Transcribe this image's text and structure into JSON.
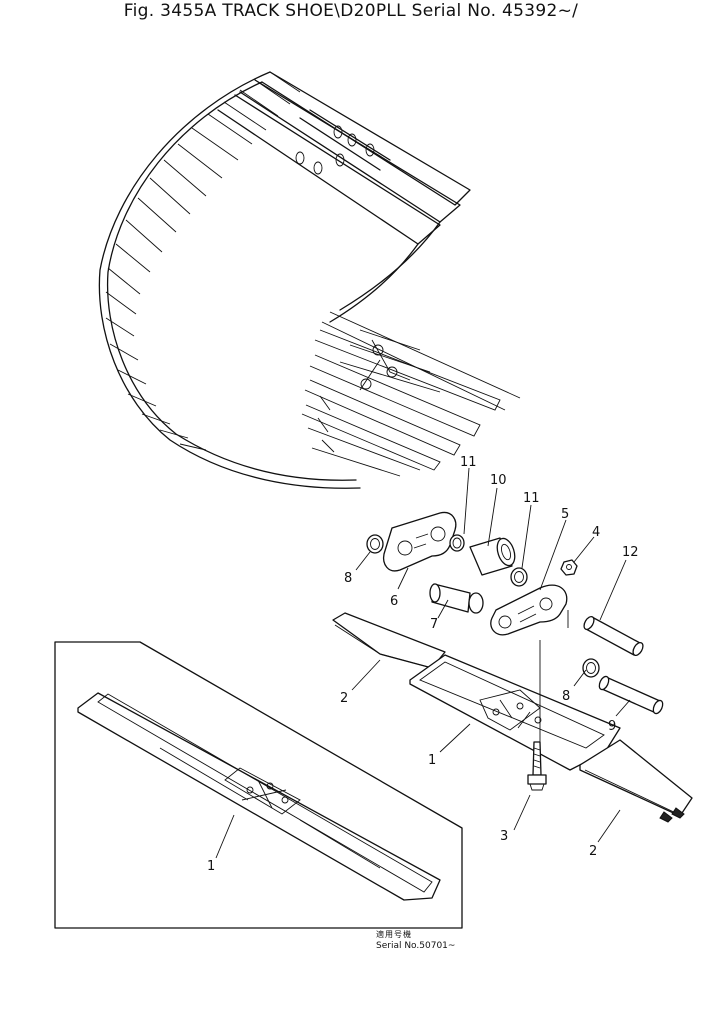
{
  "figure": {
    "title": "Fig. 3455A TRACK SHOE\\D20PLL Serial No. 45392~/"
  },
  "callouts": {
    "c1_main": "1",
    "c1_inset": "1",
    "c2_left": "2",
    "c2_right": "2",
    "c3": "3",
    "c4": "4",
    "c5": "5",
    "c6": "6",
    "c7": "7",
    "c8_left": "8",
    "c8_right": "8",
    "c9": "9",
    "c10": "10",
    "c11_left": "11",
    "c11_right": "11",
    "c12": "12"
  },
  "inset_note": {
    "applicability_label": "適用号機",
    "serial": "Serial No.50701~"
  }
}
